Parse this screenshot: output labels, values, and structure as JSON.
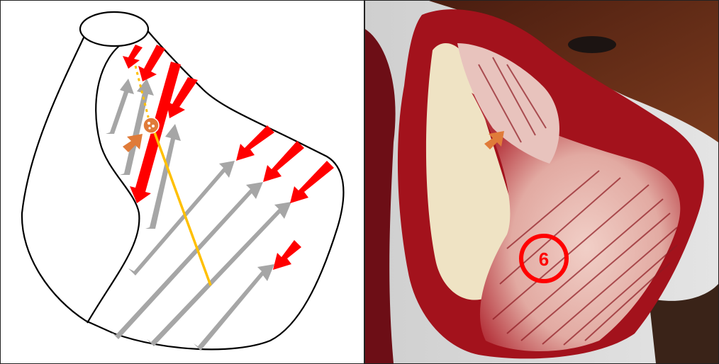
{
  "figure": {
    "left_panel": {
      "kind": "schematic-diagram"
    },
    "right_panel": {
      "kind": "dissection-photograph",
      "marker_label": "6"
    },
    "colors": {
      "outline": "#000000",
      "red_arrow": "#ff0000",
      "gray_arrow": "#a6a6a6",
      "orange_arrow": "#e07b39",
      "yellow_line": "#ffc000",
      "tissue_pink": "#e8b8b0",
      "blood_red": "#a3121c",
      "bone_cream": "#efe3c4",
      "hide_brown": "#5a2d1a",
      "background_gray": "#dcdcdc"
    }
  }
}
